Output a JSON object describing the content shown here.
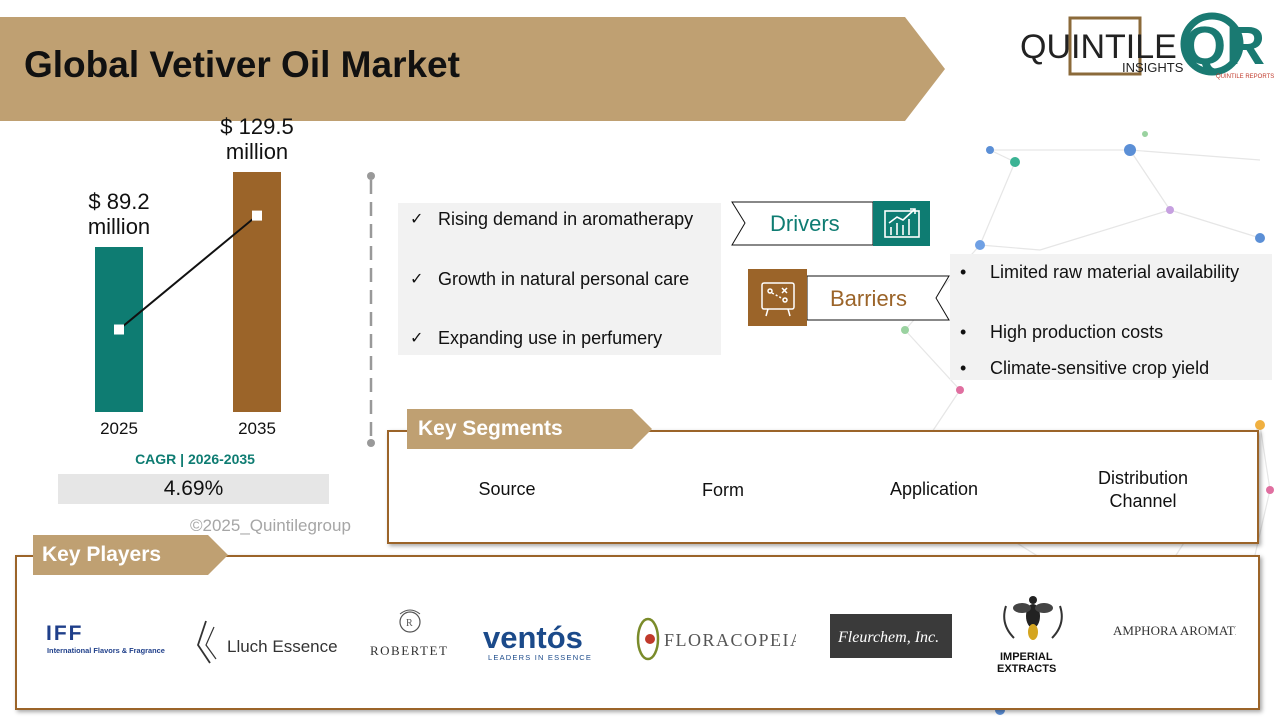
{
  "title": "Global Vetiver Oil Market",
  "brand": {
    "name": "QUINTILE",
    "sub": "INSIGHTS",
    "mark": "QR",
    "mark_sub": "QUINTILE REPORTS"
  },
  "chart_data": {
    "type": "bar",
    "categories": [
      "2025",
      "2035"
    ],
    "values": [
      89.2,
      129.5
    ],
    "value_labels": [
      "$ 89.2\nmillion",
      "$ 129.5\nmillion"
    ],
    "ylim": [
      0,
      140
    ],
    "colors": [
      "#0e7c72",
      "#9b6429"
    ]
  },
  "cagr": {
    "label": "CAGR | 2026-2035",
    "value": "4.69%"
  },
  "copyright": "©2025_Quintilegroup",
  "drivers": {
    "label": "Drivers",
    "items": [
      "Rising demand in aromatherapy",
      "Growth in natural personal care",
      "Expanding use in perfumery"
    ]
  },
  "barriers": {
    "label": "Barriers",
    "items": [
      "Limited raw material availability",
      "High production costs",
      "Climate-sensitive crop yield"
    ]
  },
  "segments": {
    "title": "Key Segments",
    "items": [
      "Source",
      "Form",
      "Application",
      "Distribution Channel"
    ]
  },
  "players": {
    "title": "Key Players",
    "iff": {
      "mark": "IFF",
      "sub": "International Flavors & Fragrances"
    },
    "lluch": "Lluch Essence",
    "robertet": "ROBERTET",
    "ventos": {
      "name": "ventós",
      "sub": "LEADERS IN ESSENCE"
    },
    "floracopeia": "FLORACOPEIA",
    "fleurchem": "Fleurchem, Inc.",
    "imperial": "IMPERIAL EXTRACTS",
    "amphora": "AMPHORA AROMATICS"
  },
  "colors": {
    "banner": "#bfa072",
    "teal": "#0e7c72",
    "brown": "#9b6429"
  }
}
